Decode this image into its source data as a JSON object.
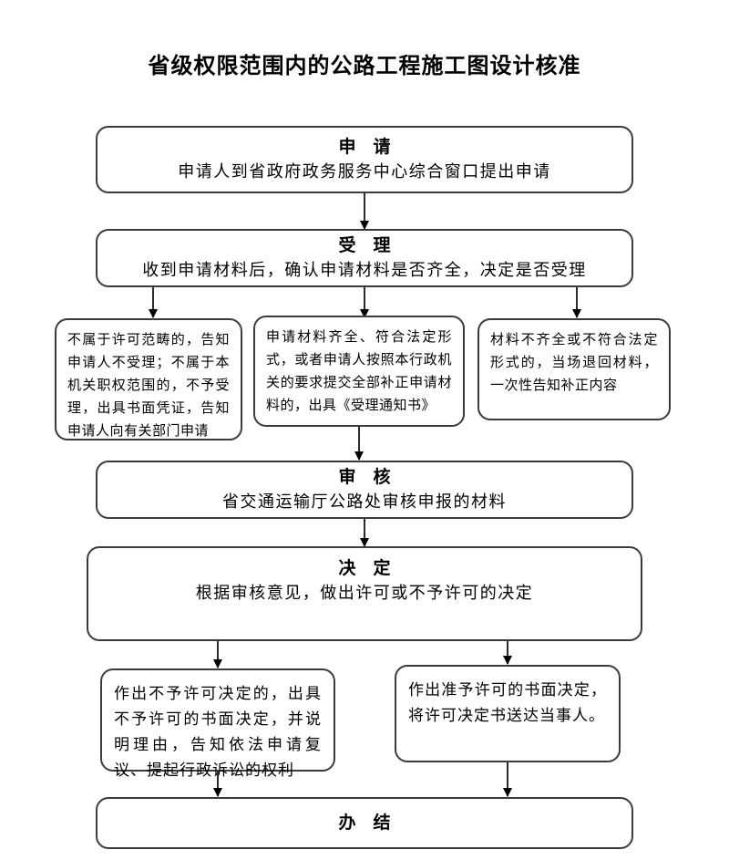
{
  "title": "省级权限范围内的公路工程施工图设计核准",
  "nodes": {
    "apply": {
      "heading": "申　请",
      "body": "申请人到省政府政务服务中心综合窗口提出申请"
    },
    "accept": {
      "heading": "受　理",
      "body": "收到申请材料后，确认申请材料是否齐全，决定是否受理"
    },
    "not_accepted": {
      "body": "不属于许可范畴的，告知申请人不受理；不属于本机关职权范围的，不予受理，出具书面凭证，告知申请人向有关部门申请"
    },
    "accepted": {
      "body": "申请材料齐全、符合法定形式，或者申请人按照本行政机关的要求提交全部补正申请材料的，出具《受理通知书》"
    },
    "returned": {
      "body": "材料不齐全或不符合法定形式的，当场退回材料，一次性告知补正内容"
    },
    "review": {
      "heading": "审　核",
      "body": "省交通运输厅公路处审核申报的材料"
    },
    "decision": {
      "heading": "决　定",
      "body": "根据审核意见，做出许可或不予许可的决定"
    },
    "deny": {
      "body": "作出不予许可决定的，出具不予许可的书面决定，并说明理由，告知依法申请复议、提起行政诉讼的权利"
    },
    "grant": {
      "body": "作出准予许可的书面决定，将许可决定书送达当事人。"
    },
    "complete": {
      "heading": "办　结"
    }
  },
  "colors": {
    "border": "#3c3c3c",
    "text": "#000000",
    "arrow": "#000000",
    "page_background": "#ffffff"
  }
}
